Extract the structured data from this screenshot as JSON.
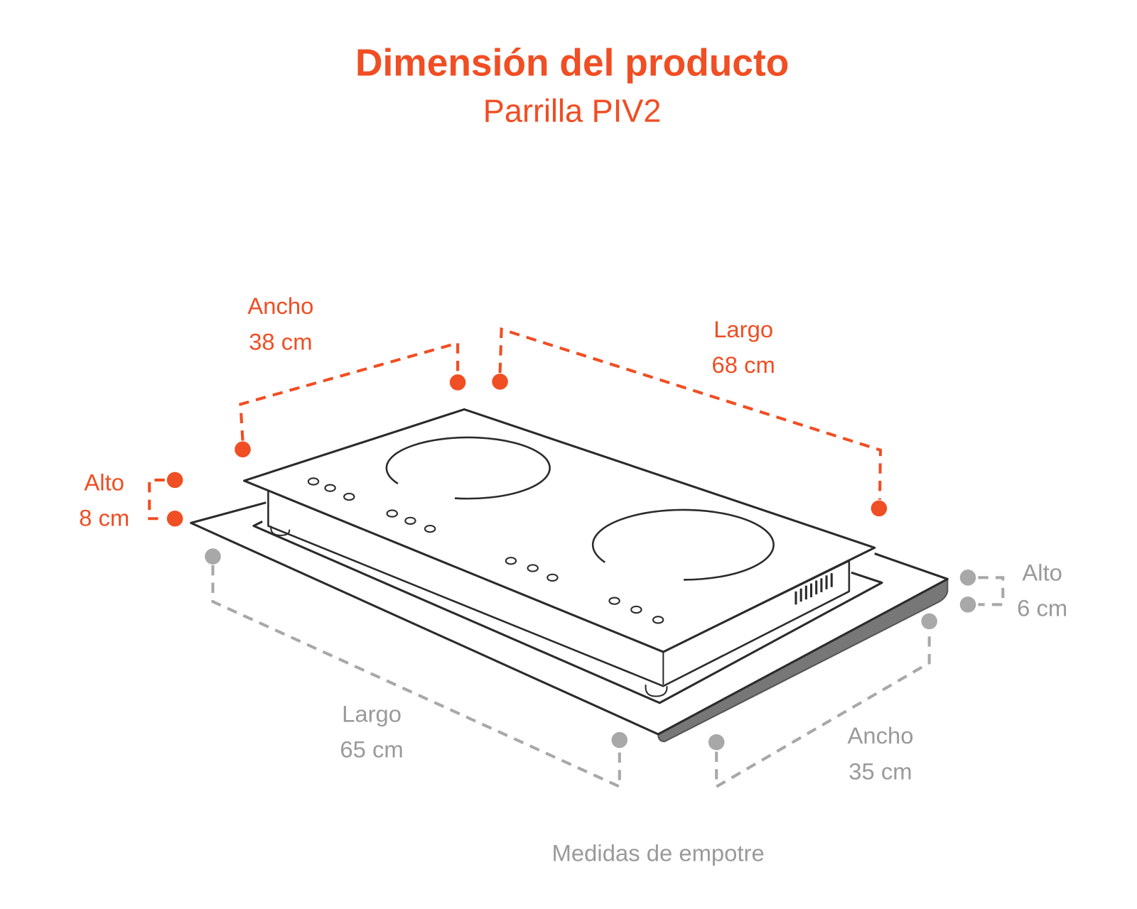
{
  "title": "Dimensión del producto",
  "subtitle": "Parrilla PIV2",
  "colors": {
    "accent": "#f04e23",
    "secondary": "#a8a8a8",
    "line": "#333333"
  },
  "product_dimensions": {
    "ancho": {
      "label": "Ancho",
      "value": "38 cm"
    },
    "largo": {
      "label": "Largo",
      "value": "68 cm"
    },
    "alto": {
      "label": "Alto",
      "value": "8 cm"
    }
  },
  "cutout_dimensions": {
    "largo": {
      "label": "Largo",
      "value": "65 cm"
    },
    "ancho": {
      "label": "Ancho",
      "value": "35 cm"
    },
    "alto": {
      "label": "Alto",
      "value": "6 cm"
    }
  },
  "caption": "Medidas de empotre"
}
